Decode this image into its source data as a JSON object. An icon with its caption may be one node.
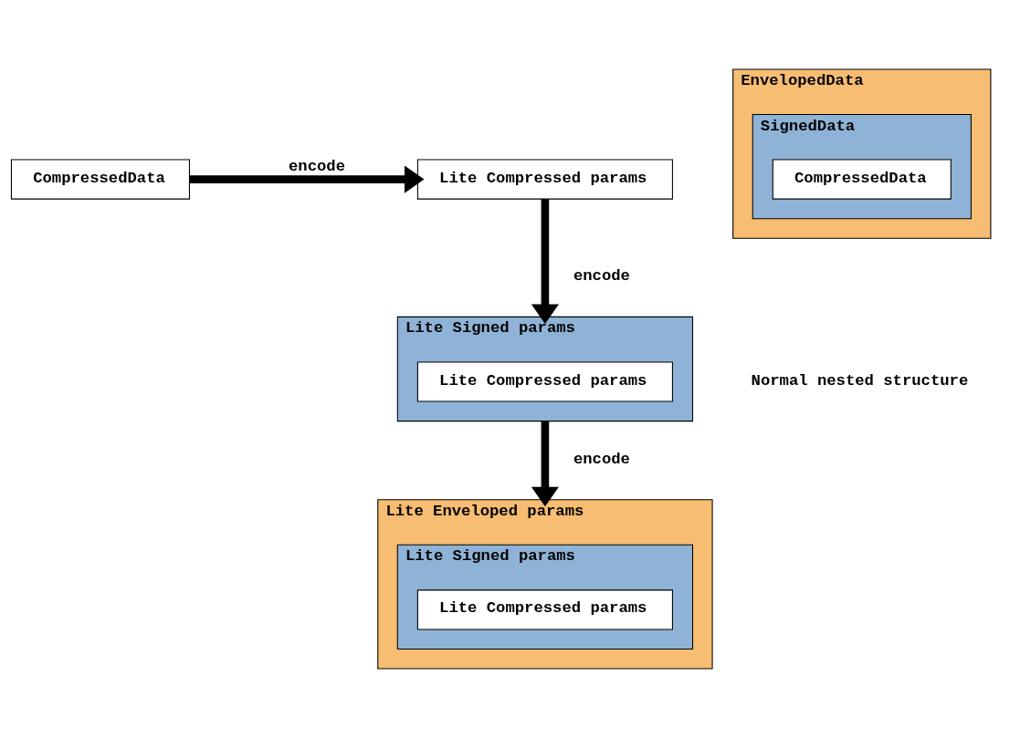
{
  "diagram": {
    "nodes": [
      {
        "text": [
          "CompressedData"
        ]
      },
      {
        "text": [
          "Lite Compressed params"
        ]
      },
      {
        "text": [
          "EnvelopedData"
        ]
      },
      {
        "text": [
          "SignedData"
        ],
        "in": 2
      },
      {
        "text": [
          "CompressedData"
        ],
        "in": 3
      },
      {
        "text": [
          "Lite Signed params"
        ]
      },
      {
        "text": [
          "Lite Compressed params"
        ],
        "in": 5
      },
      {
        "text": [
          "Lite Enveloped params"
        ]
      },
      {
        "text": [
          "Lite Signed params"
        ],
        "in": 7
      },
      {
        "text": [
          "Lite Compressed params"
        ],
        "in": 8
      }
    ],
    "edges": [
      {
        "from": 0,
        "to": 1,
        "arrow": "to",
        "label": "encode"
      },
      {
        "from": 1,
        "to": 5,
        "arrow": "to",
        "label": "encode"
      },
      {
        "from": 5,
        "to": 7,
        "arrow": "to",
        "label": "encode"
      }
    ],
    "labels": [
      "Normal nested structure"
    ]
  }
}
